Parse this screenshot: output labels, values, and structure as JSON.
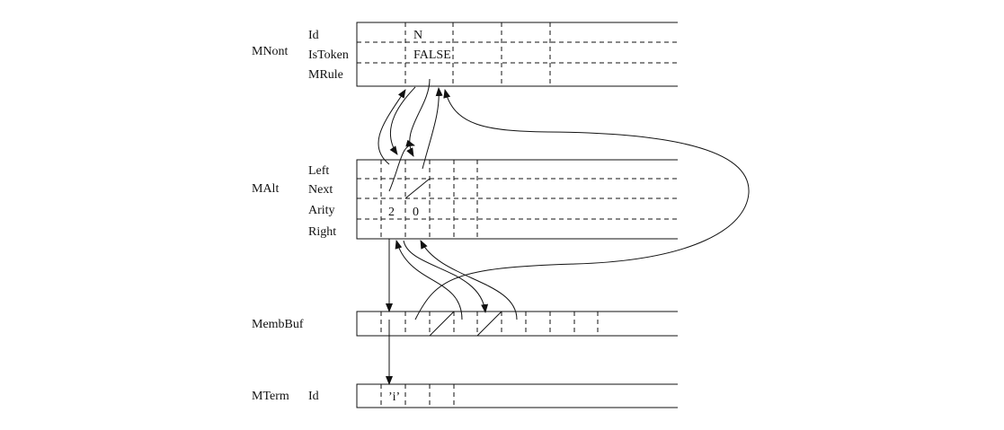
{
  "structures": {
    "mnont": {
      "name": "MNont",
      "fields": [
        "Id",
        "IsToken",
        "MRule"
      ],
      "values": {
        "id": "N",
        "istoken": "FALSE"
      }
    },
    "malt": {
      "name": "MAlt",
      "fields": [
        "Left",
        "Next",
        "Arity",
        "Right"
      ],
      "values": {
        "arity_1": "2",
        "arity_2": "0"
      }
    },
    "membbuf": {
      "name": "MembBuf"
    },
    "mterm": {
      "name": "MTerm",
      "fields": [
        "Id"
      ],
      "values": {
        "id": "’i’"
      }
    }
  }
}
